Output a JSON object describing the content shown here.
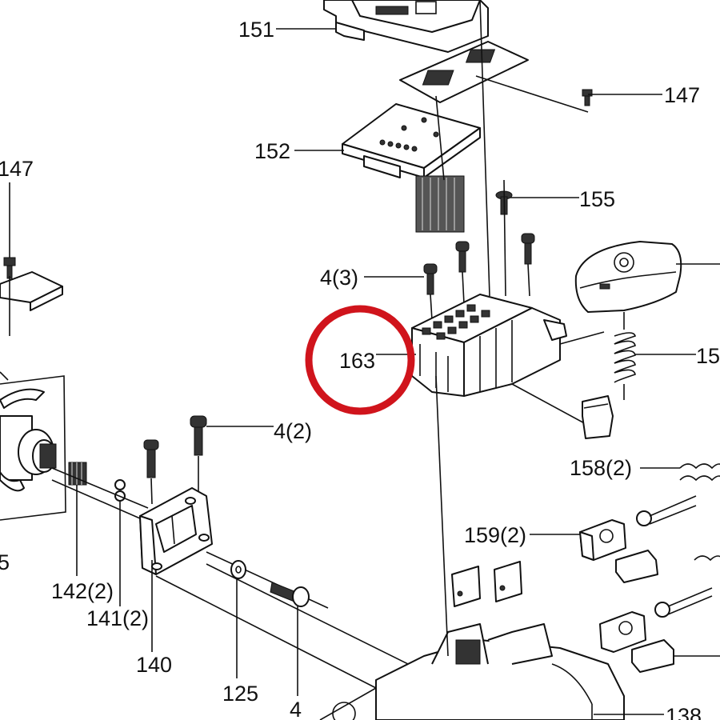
{
  "diagram": {
    "labels": {
      "l151": "151",
      "l147a": "147",
      "l152": "152",
      "l147b": "147",
      "l155": "155",
      "l4_3": "4(3)",
      "l163": "163",
      "l15": "15",
      "l4_2": "4(2)",
      "l158": "158(2)",
      "l159": "159(2)",
      "l5": "5",
      "l142": "142(2)",
      "l141": "141(2)",
      "l140": "140",
      "l125": "125",
      "l4": "4",
      "l138": "138"
    },
    "highlight": {
      "target": "163",
      "color": "#d0141c"
    }
  }
}
